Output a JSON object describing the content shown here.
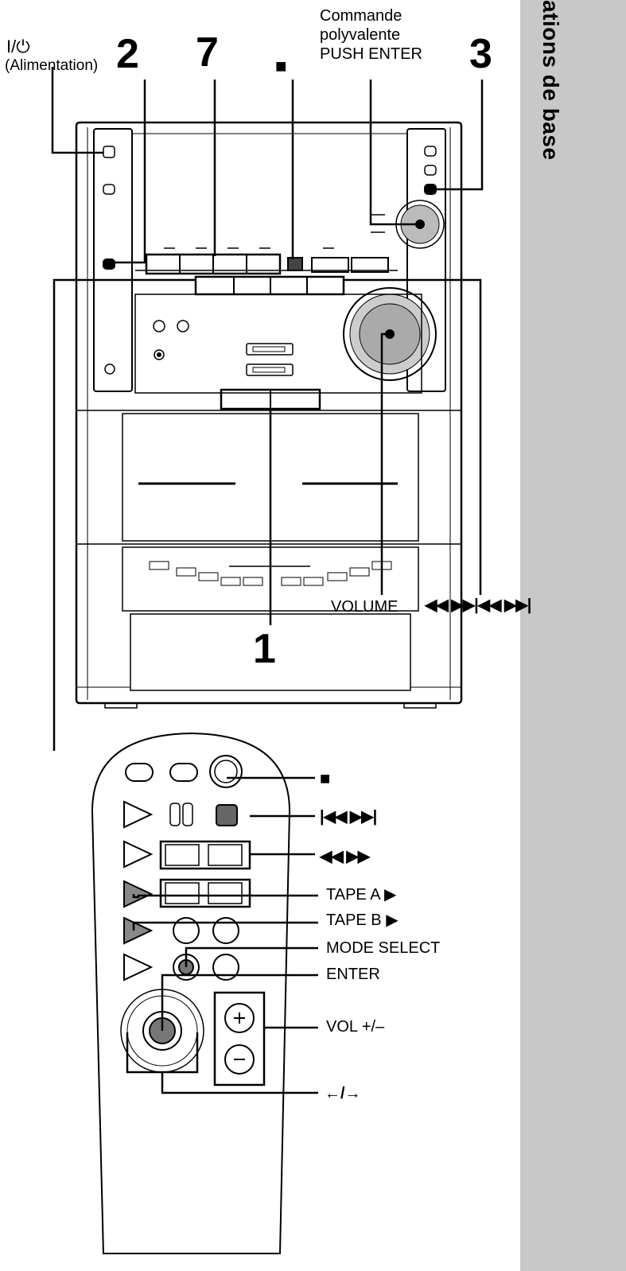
{
  "sidebar": {
    "section_title": "ations de base"
  },
  "labels": {
    "power_symbol": "I/⏻",
    "power_label": "(Alimentation)",
    "step_2": "2",
    "step_7": "7",
    "stop_symbol": "■",
    "multi_line1": "Commande",
    "multi_line2": "polyvalente",
    "multi_line3": "PUSH ENTER",
    "step_3": "3",
    "step_1": "1",
    "volume": "VOLUME",
    "volume_symbols": "◀◀ ▶▶|◀◀ ▶▶|"
  },
  "remote_labels": {
    "stop": "■",
    "skip": "|◀◀  ▶▶|",
    "rewind_ff": "◀◀  ▶▶",
    "tape_a": "TAPE A ▶",
    "tape_b": "TAPE B ▶",
    "mode_select": "MODE SELECT",
    "enter": "ENTER",
    "vol": "VOL +/–",
    "arrows": "←/→"
  }
}
